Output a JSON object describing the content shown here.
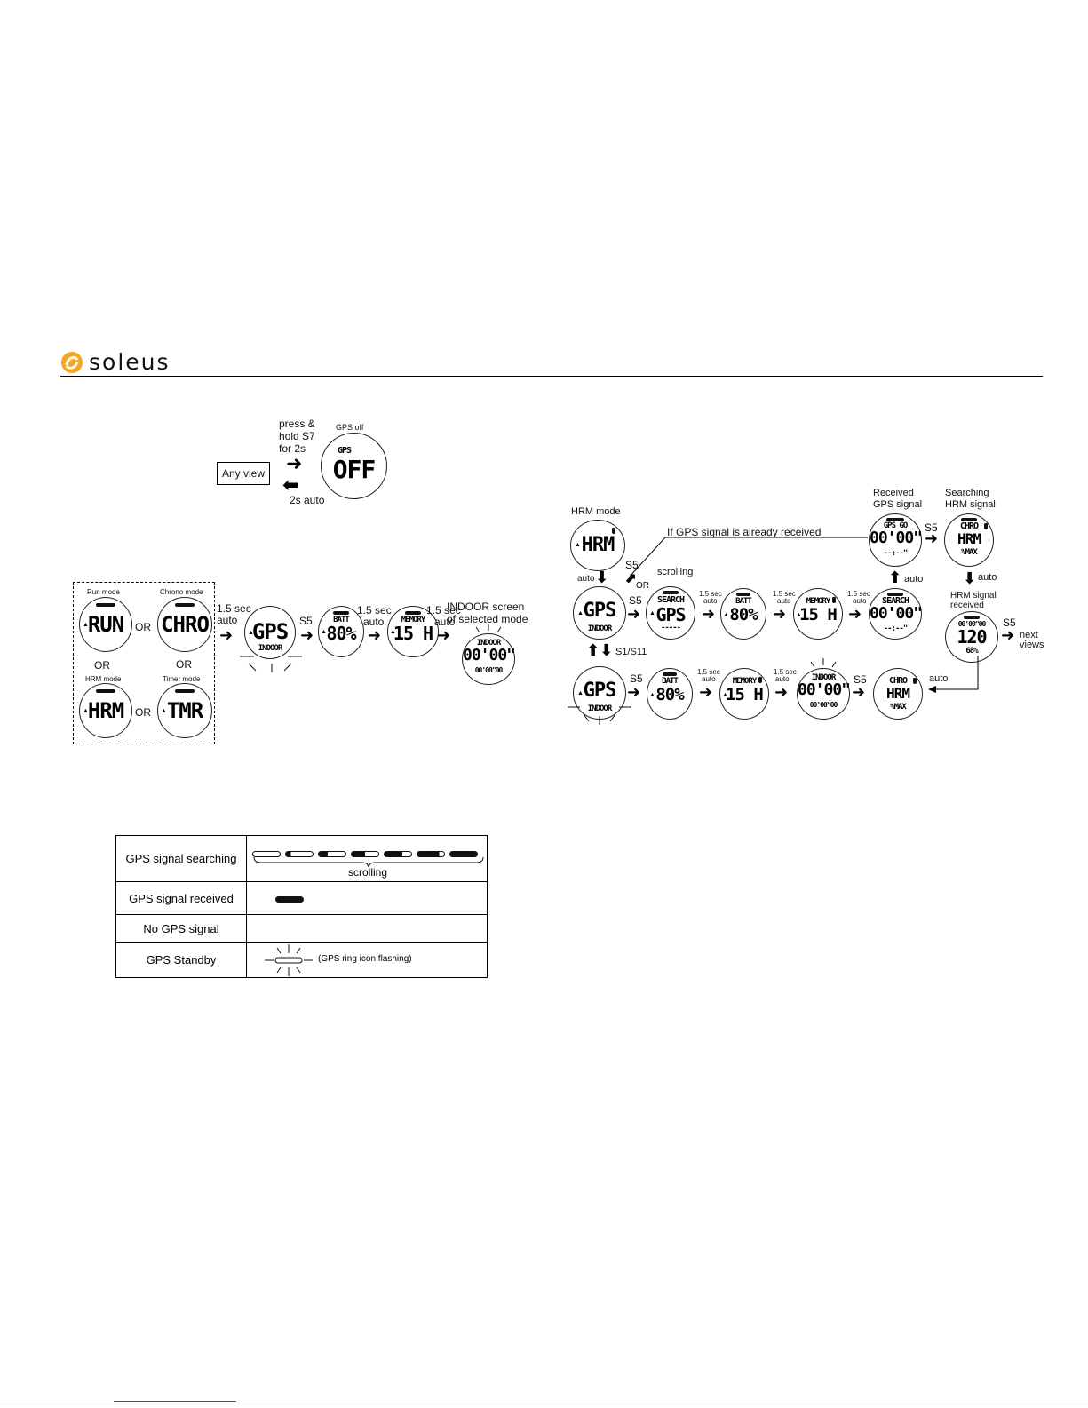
{
  "brand": {
    "name": "soleus",
    "accent": "#f5a623"
  },
  "gps_off": {
    "any_view": "Any view",
    "press_hold": "press &",
    "press_hold2": "hold S7",
    "press_hold3": "for 2s",
    "auto_back": "2s auto",
    "caption": "GPS off",
    "lcd_top": "GPS",
    "lcd_main": "OFF"
  },
  "left_flow": {
    "run_mode": "Run mode",
    "chrono_mode": "Chrono mode",
    "hrm_mode": "HRM mode",
    "timer_mode": "Timer mode",
    "or": "OR",
    "run_lcd": "RUN",
    "chro_lcd": "CHRO",
    "hrm_lcd": "HRM",
    "tmr_lcd": "TMR",
    "step1a": "1.5 sec",
    "step1b": "auto",
    "gps_lcd": "GPS",
    "indoor_lcd": "INDOOR",
    "s5": "S5",
    "batt_lcd": "BATT",
    "batt_val": "80%",
    "step2a": "1.5 sec",
    "step2b": "auto",
    "memory_lcd": "MEMORY",
    "memory_val": "15 H",
    "step3a": "1.5 sec",
    "step3b": "auto",
    "indoor_caption1": "INDOOR screen",
    "indoor_caption2": "of selected mode",
    "indoor_top": "INDOOR",
    "indoor_time": "00'00\"",
    "indoor_sub": "00'00\"00",
    "indoor_sec": "00"
  },
  "right_flow": {
    "hrm_mode": "HRM mode",
    "hrm_lcd": "HRM",
    "auto": "auto",
    "s5": "S5",
    "or": "OR",
    "already": "If GPS signal is already received",
    "received1": "Received",
    "received2": "GPS signal",
    "gps_go": "GPS GO",
    "time_main": "00'00\"",
    "time_sec": "00",
    "dashes": "--:--\"",
    "searching1": "Searching",
    "searching2": "HRM signal",
    "chro": "CHRO",
    "hrm": "HRM",
    "pmax": "%MAX",
    "scrolling": "scrolling",
    "search": "SEARCH",
    "gps": "GPS",
    "dash_row": "-----",
    "batt": "BATT",
    "batt_val": "80%",
    "memory": "MEMORY",
    "memory_val": "15 H",
    "sec15": "1.5 sec",
    "indoor": "INDOOR",
    "s1s11": "S1/S11",
    "hrm_received1": "HRM signal",
    "hrm_received2": "received",
    "hr_top": "00'00\"00",
    "hr_val": "120",
    "hr_pct": "68%",
    "next1": "next",
    "next2": "views",
    "indoor_time": "00'00\"",
    "indoor_sub": "00'00\"00",
    "indoor_sec": "00"
  },
  "legend": {
    "rows": [
      {
        "key": "GPS signal searching",
        "note": "scrolling"
      },
      {
        "key": "GPS signal received",
        "note": ""
      },
      {
        "key": "No GPS signal",
        "note": ""
      },
      {
        "key": "GPS Standby",
        "note": "(GPS ring icon flashing)"
      }
    ]
  }
}
